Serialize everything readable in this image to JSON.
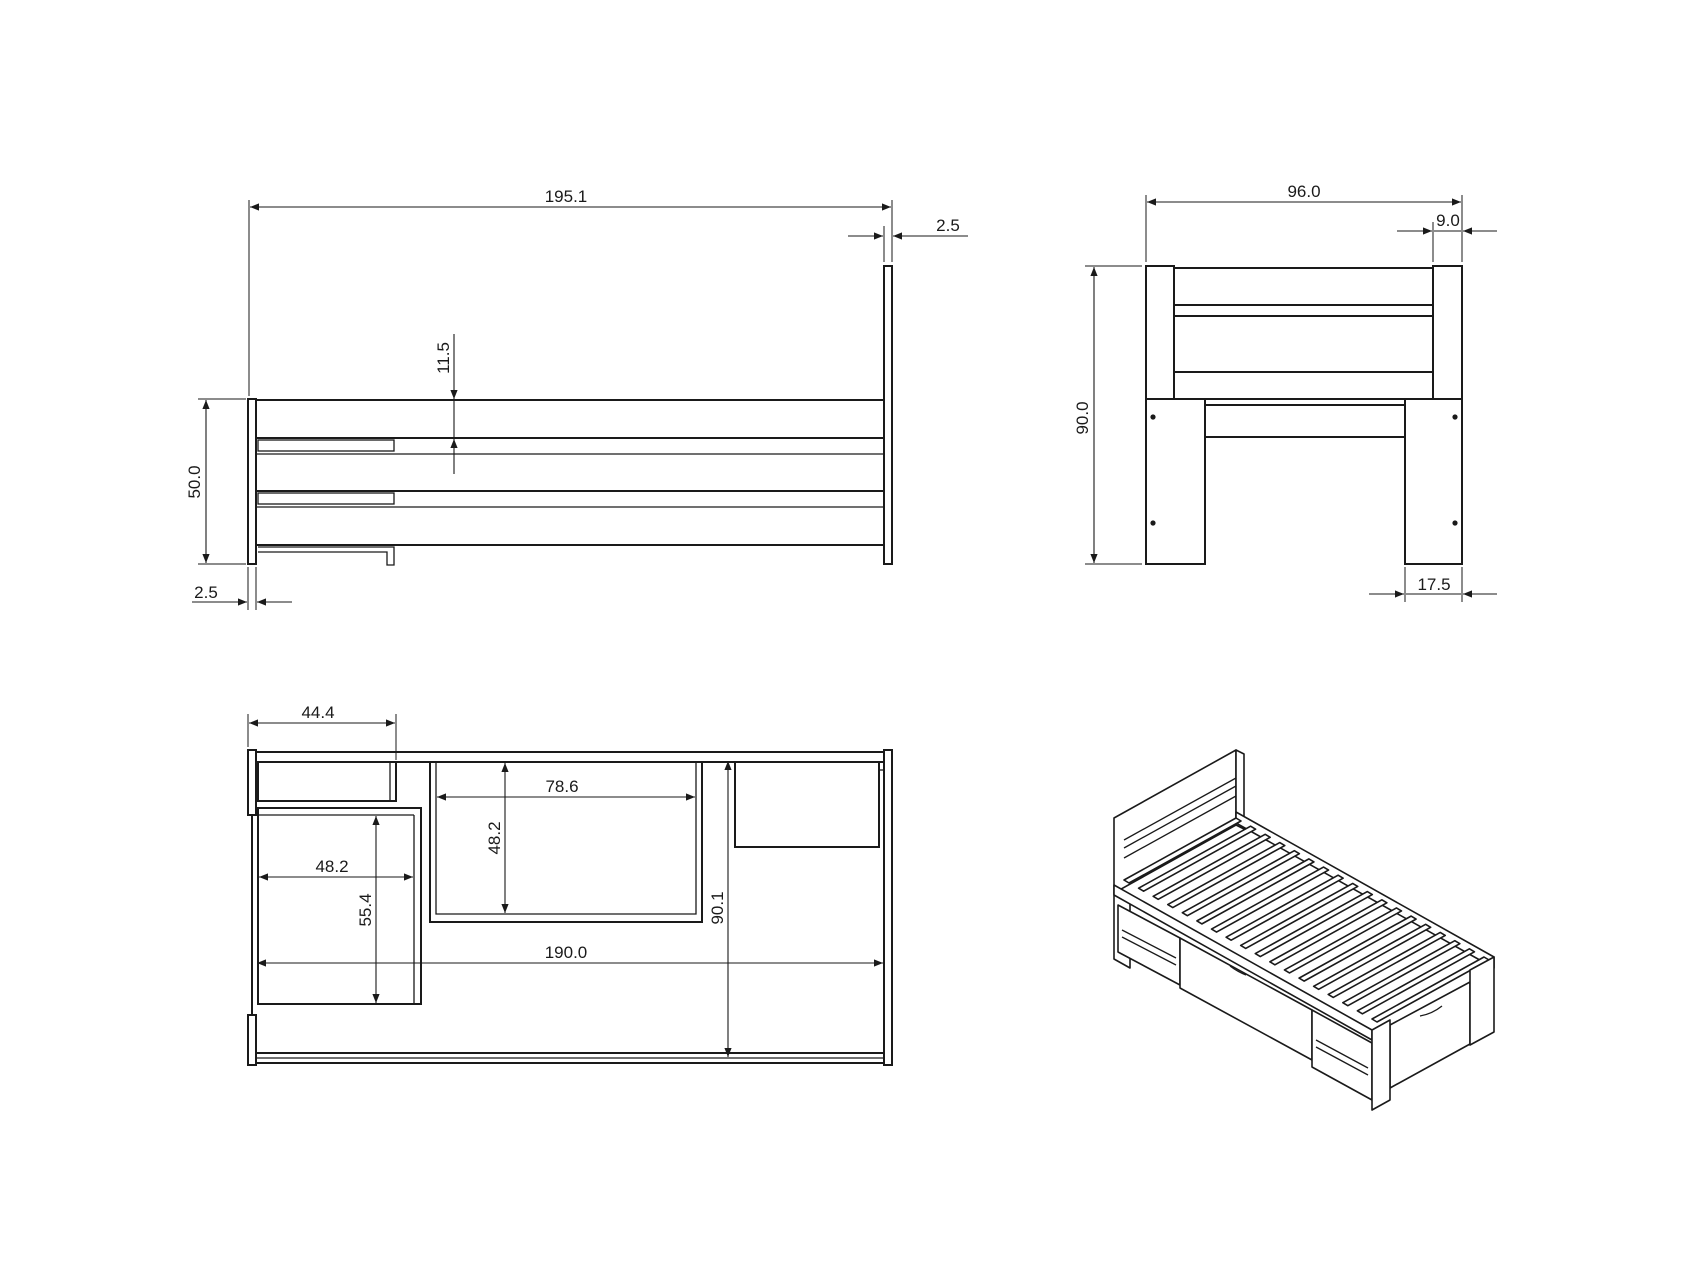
{
  "drawing": {
    "side_view": {
      "overall_length": "195.1",
      "headboard_thickness": "2.5",
      "rail_height": "11.5",
      "footboard_height": "50.0",
      "footboard_thickness": "2.5"
    },
    "end_view": {
      "overall_width": "96.0",
      "post_width_top": "9.0",
      "headboard_height": "90.0",
      "post_width_bottom": "17.5"
    },
    "top_view": {
      "drawer_width": "44.4",
      "center_drawer_width": "78.6",
      "center_drawer_depth": "48.2",
      "side_drawer_width": "48.2",
      "side_drawer_depth": "55.4",
      "mattress_length": "190.0",
      "mattress_width": "90.1"
    }
  }
}
